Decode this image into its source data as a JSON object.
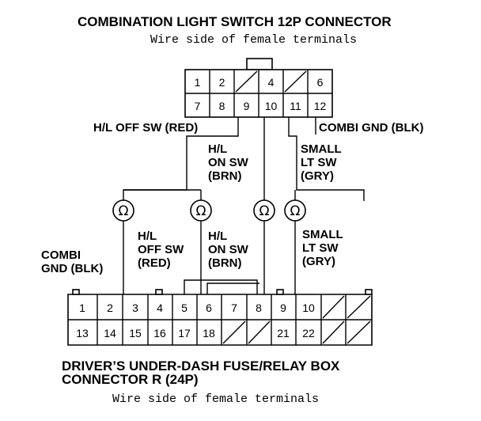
{
  "top_connector": {
    "title": "COMBINATION LIGHT SWITCH 12P CONNECTOR",
    "subtitle": "Wire side of female terminals",
    "row1": [
      "1",
      "2",
      "",
      "4",
      "",
      "6"
    ],
    "row2": [
      "7",
      "8",
      "9",
      "10",
      "11",
      "12"
    ]
  },
  "bottom_connector": {
    "title_line1": "DRIVER’S UNDER-DASH FUSE/RELAY BOX",
    "title_line2": "CONNECTOR R (24P)",
    "subtitle": "Wire side of female terminals",
    "row1": [
      "1",
      "2",
      "3",
      "4",
      "5",
      "6",
      "7",
      "8",
      "9",
      "10",
      "",
      ""
    ],
    "row2": [
      "13",
      "14",
      "15",
      "16",
      "17",
      "18",
      "",
      "",
      "21",
      "22",
      "",
      ""
    ]
  },
  "labels": {
    "hl_off_top": "H/L OFF SW (RED)",
    "combi_gnd_top": "COMBI GND (BLK)",
    "hl_on_top": [
      "H/L",
      "ON SW",
      "(BRN)"
    ],
    "small_top": [
      "SMALL",
      "LT SW",
      "(GRY)"
    ],
    "combi_gnd_bottom": [
      "COMBI",
      "GND (BLK)"
    ],
    "hl_off_bottom": [
      "H/L",
      "OFF SW",
      "(RED)"
    ],
    "hl_on_bottom": [
      "H/L",
      "ON SW",
      "(BRN)"
    ],
    "small_bottom": [
      "SMALL",
      "LT SW",
      "(GRY)"
    ]
  },
  "meters": [
    "Ω",
    "Ω",
    "Ω",
    "Ω"
  ]
}
